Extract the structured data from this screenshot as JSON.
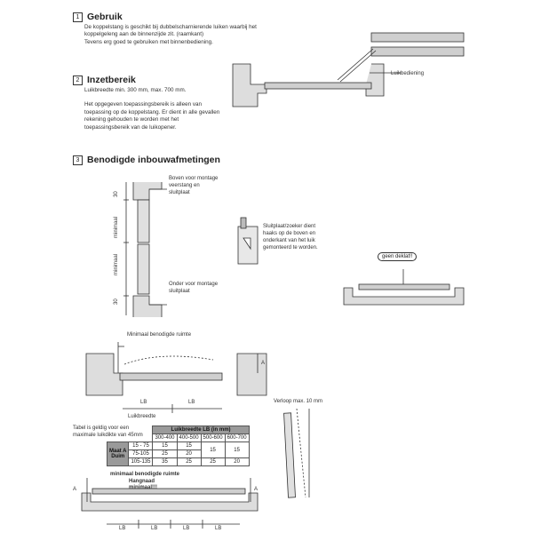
{
  "sections": [
    {
      "number": "1",
      "title": "Gebruik",
      "lines": [
        "De koppelstang is geschikt bij dubbelscharnierende luiken waarbij het",
        "koppelgeleng aan de binnenzijde zit. (raamkant)",
        "Tevens erg goed te gebruiken met binnenbediening."
      ]
    },
    {
      "number": "2",
      "title": "Inzetbereik",
      "lines": [
        "Luikbreedte min. 300 mm, max. 700 mm.",
        "",
        "Het opgegeven toepassingsbereik is alleen van",
        "toepassing op de koppelstang. Er dient in alle gevallen",
        "rekening gehouden te worden met het",
        "toepassingsbereik van de luikopener."
      ]
    },
    {
      "number": "3",
      "title": "Benodigde inbouwafmetingen",
      "lines": []
    }
  ],
  "labels": {
    "luikbediening": "Luikbediening",
    "boven_montage": [
      "Boven voor montage",
      "veerstang en",
      "sluitplaat"
    ],
    "onder_montage": [
      "Onder voor montage",
      "sluitplaat"
    ],
    "sluitplaat_note": [
      "Sluitplaat/zoeker dient",
      "haaks op de boven en",
      "onderkant van het luik",
      "gemonteerd te worden."
    ],
    "dim_30_top": "30",
    "dim_30_bottom": "30",
    "minimaal_top": "minimaal",
    "minimaal_bottom": "minimaal",
    "geen_deklat": "geen deklat!!",
    "minimaal_ruimte": "Minimaal benodigde ruimte",
    "dim_a": "A",
    "lb": "LB",
    "luikbreedte": "Luikbreedte",
    "verloop": "Verloop max. 10 mm",
    "tabel_note": [
      "Tabel is geldig voor een",
      "maximale luikdikte van 45mm"
    ],
    "min_ruimte_bottom": "minimaal benodigde ruimte",
    "hangnaad": [
      "Hangnaad",
      "minimaal!!!"
    ]
  },
  "table": {
    "header": "Luikbreedte LB (in mm)",
    "columns": [
      "300-400",
      "400-500",
      "500-600",
      "600-700"
    ],
    "row_label": [
      "Maat A",
      "Duim"
    ],
    "rows": [
      {
        "range": "15 - 75",
        "values": [
          "15",
          "15",
          "15",
          "15"
        ]
      },
      {
        "range": "75-105",
        "values": [
          "25",
          "20",
          "",
          ""
        ]
      },
      {
        "range": "105-135",
        "values": [
          "35",
          "25",
          "25",
          "20"
        ]
      }
    ]
  }
}
